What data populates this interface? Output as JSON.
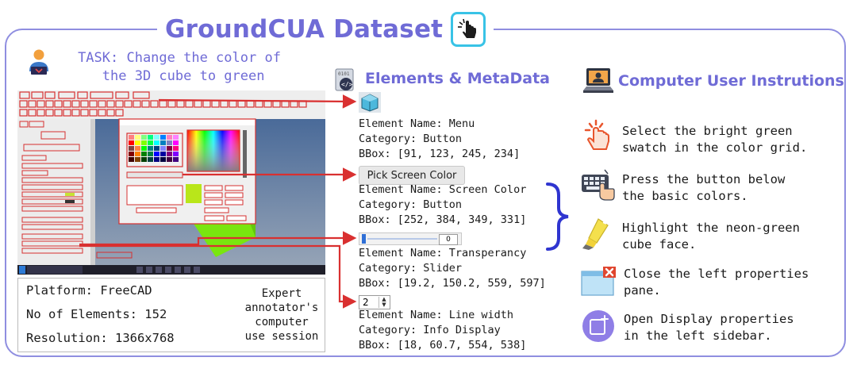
{
  "header": {
    "title": "GroundCUA Dataset",
    "title_icon": "tap-hand-icon"
  },
  "task": {
    "label": "TASK: Change the color of\n the 3D cube to green",
    "icon": "person-laptop-icon"
  },
  "info": {
    "platform": "Platform: FreeCAD",
    "elements": "No of Elements: 152",
    "resolution": "Resolution: 1366x768",
    "annotator": "Expert annotator's computer use session"
  },
  "elements_section": {
    "title": "Elements & MetaData",
    "icon": "code-document-icon",
    "items": [
      {
        "preview": "cube-icon",
        "text": "Element Name: Menu\nCategory: Button\nBBox: [91, 123, 245, 234]"
      },
      {
        "preview_label": "Pick Screen Color",
        "text": "Element Name: Screen Color\nCategory: Button\nBBox: [252, 384, 349, 331]"
      },
      {
        "preview_value": "0",
        "text": "Element Name: Transperancy\nCategory: Slider\nBBox: [19.2, 150.2, 559, 597]"
      },
      {
        "preview_value": "2",
        "text": "Element Name: Line width\nCategory: Info Display\nBBox: [18, 60.7, 554, 538]"
      }
    ]
  },
  "instructions_section": {
    "title": "Computer User Instrutions",
    "icon": "computer-user-icon",
    "items": [
      {
        "icon": "tap-finger-icon",
        "text": "Select the bright green\nswatch in the color grid."
      },
      {
        "icon": "keyboard-hand-icon",
        "text": "Press the button below\nthe basic colors."
      },
      {
        "icon": "highlighter-icon",
        "text": "Highlight the neon-green\ncube face."
      },
      {
        "icon": "close-window-icon",
        "text": "Close the left properties\npane."
      },
      {
        "icon": "new-window-icon",
        "text": "Open Display properties\nin the left sidebar."
      }
    ]
  },
  "colors": {
    "accent": "#6f6bd6",
    "frame": "#8f8ee0",
    "arrow": "#d93030",
    "brace": "#2f35d0",
    "title_icon_border": "#38c3e6"
  }
}
